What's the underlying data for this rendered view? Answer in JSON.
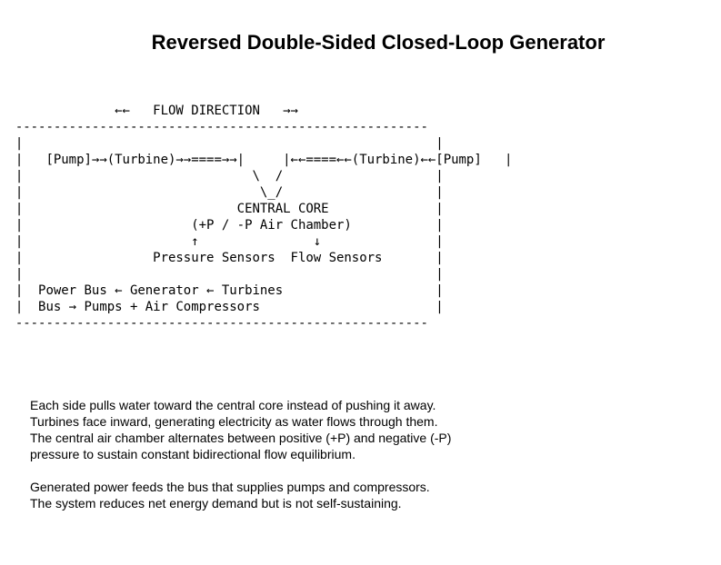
{
  "title": "Reversed Double-Sided Closed-Loop Generator",
  "diagram": {
    "lines": [
      "               ←←   FLOW DIRECTION   →→",
      "  ------------------------------------------------------",
      "  |                                                      |",
      "  |   [Pump]→→(Turbine)→→====→→|     |←←====←←(Turbine)←←[Pump]   |",
      "  |                              \\  /                    |",
      "  |                               \\_/                    |",
      "  |                            CENTRAL CORE              |",
      "  |                      (+P / -P Air Chamber)           |",
      "  |                      ↑               ↓               |",
      "  |                 Pressure Sensors  Flow Sensors       |",
      "  |                                                      |",
      "  |  Power Bus ← Generator ← Turbines                    |",
      "  |  Bus → Pumps + Air Compressors                       |",
      "  ------------------------------------------------------"
    ]
  },
  "description": {
    "paragraphs": [
      [
        "Each side pulls water toward the central core instead of pushing it away.",
        "Turbines face inward, generating electricity as water flows through them.",
        "The central air chamber alternates between positive (+P) and negative (-P)",
        "pressure to sustain constant bidirectional flow equilibrium."
      ],
      [
        "Generated power feeds the bus that supplies pumps and compressors.",
        "The system reduces net energy demand but is not self-sustaining."
      ]
    ]
  }
}
